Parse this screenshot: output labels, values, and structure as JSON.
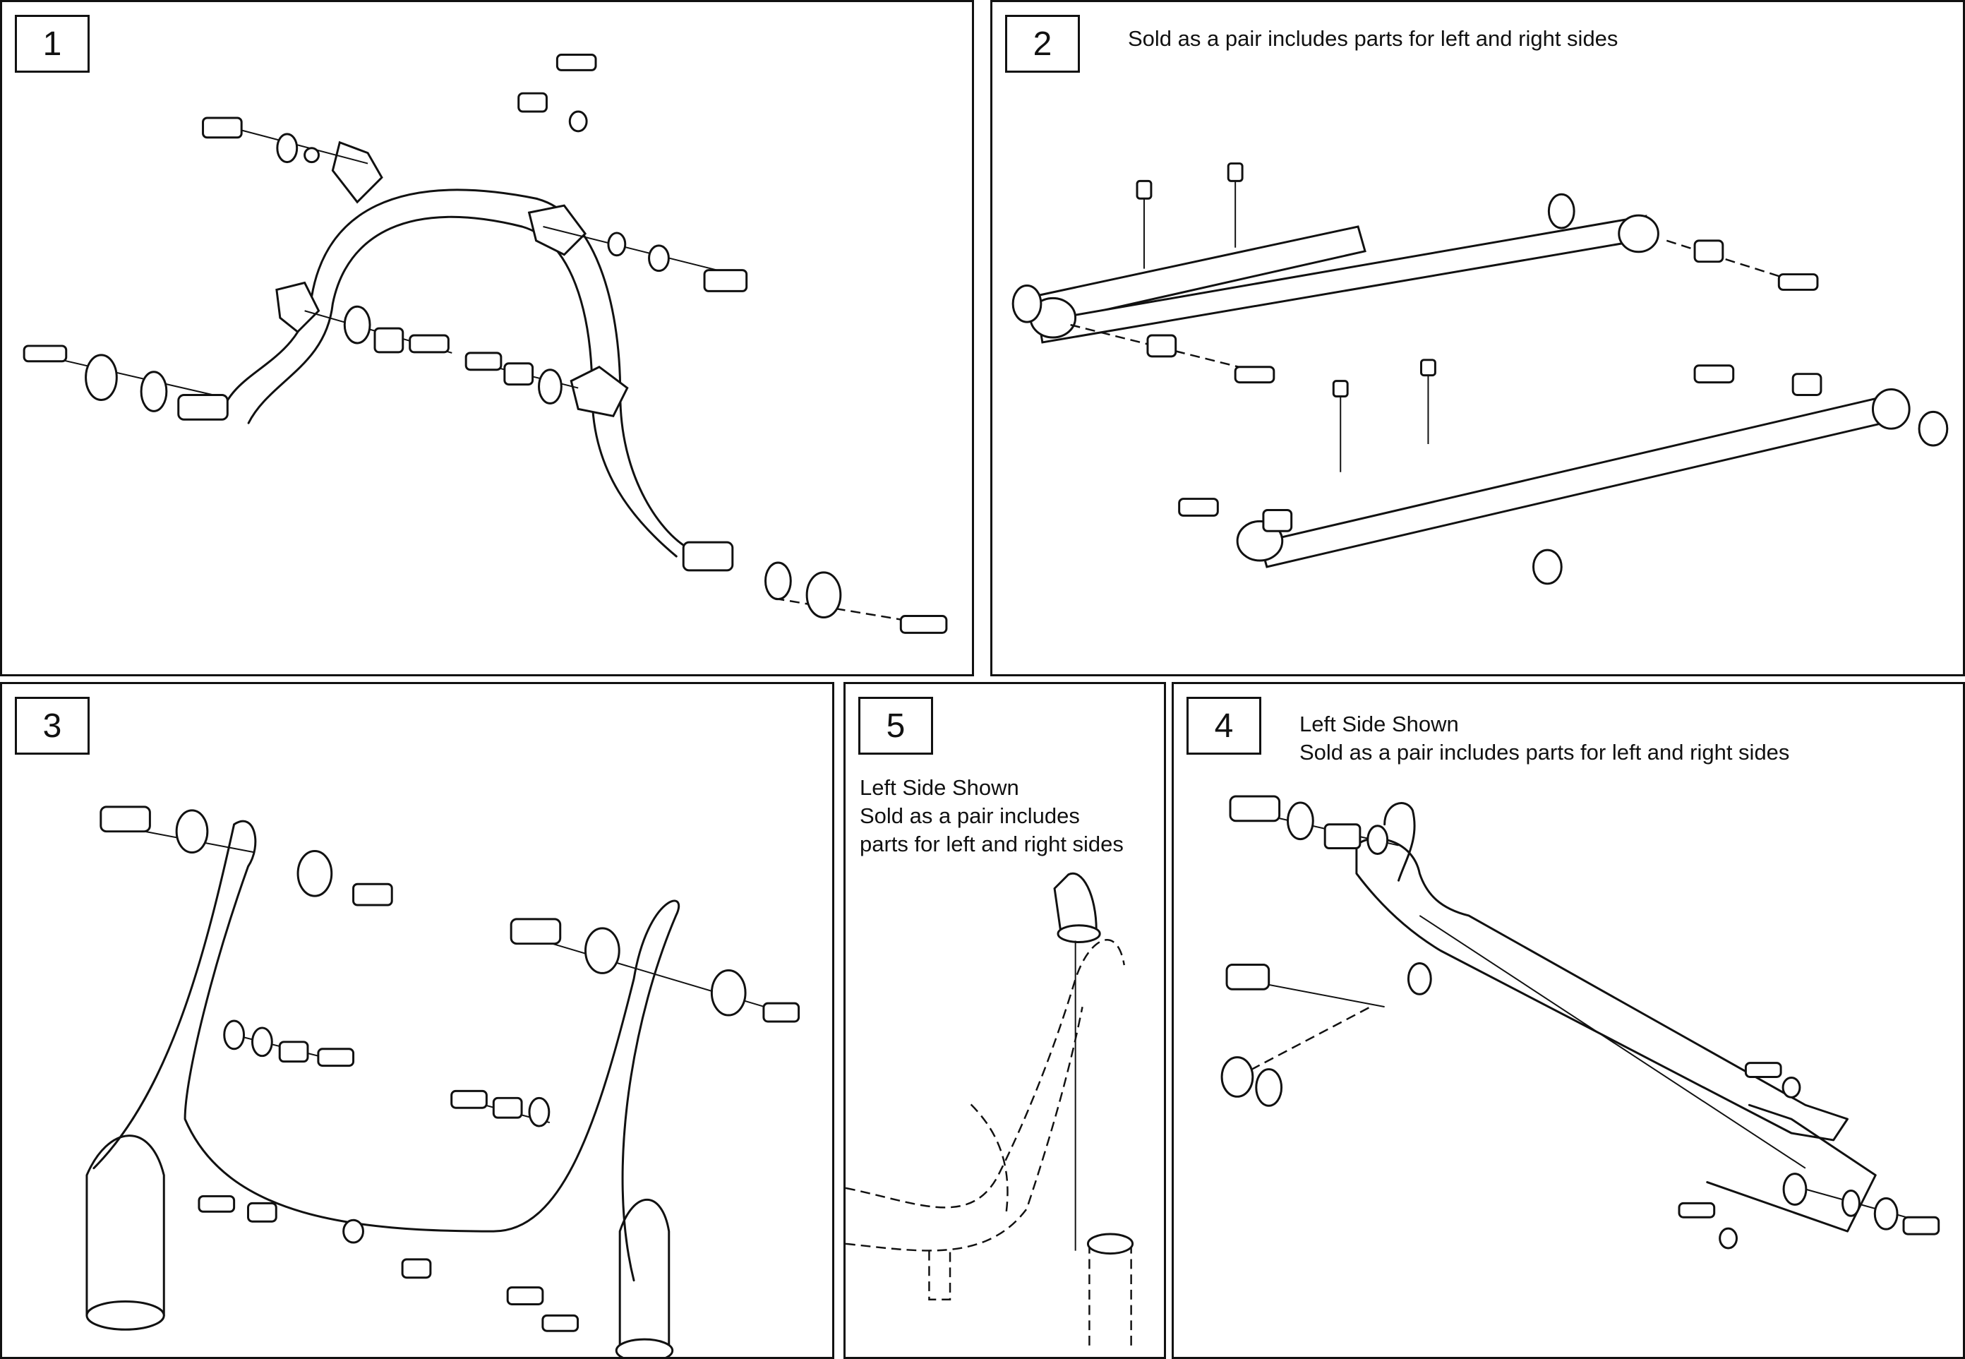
{
  "panels": [
    {
      "number": "1",
      "lines": []
    },
    {
      "number": "2",
      "lines": [
        "Sold as a pair includes parts for left and right sides"
      ]
    },
    {
      "number": "3",
      "lines": []
    },
    {
      "number": "5",
      "lines": [
        "Left Side Shown",
        "Sold as a pair includes",
        "parts for left and right sides"
      ]
    },
    {
      "number": "4",
      "lines": [
        "Left Side Shown",
        "Sold as a pair includes parts for left and right sides"
      ]
    }
  ],
  "colors": {
    "stroke": "#111111",
    "background": "#ffffff"
  }
}
